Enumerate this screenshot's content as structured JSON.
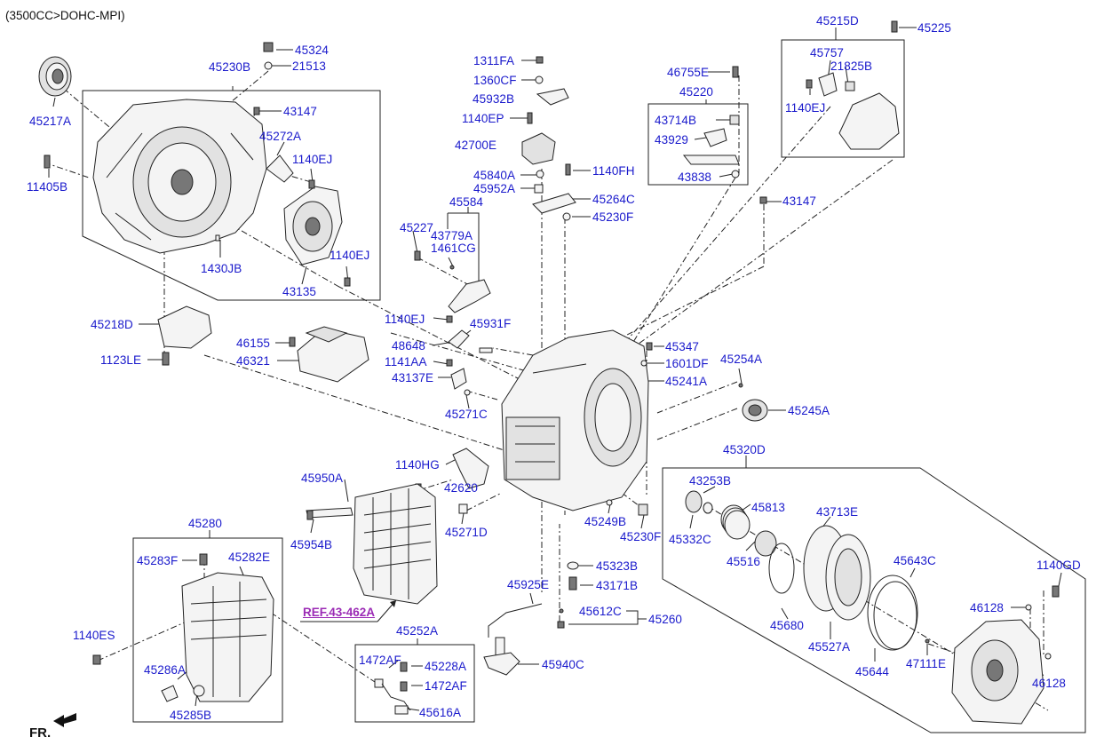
{
  "header": {
    "title": "(3500CC>DOHC-MPI)",
    "direction": "FR.",
    "reference_link": "REF.43-462A"
  },
  "labels": [
    {
      "id": "p45324",
      "text": "45324"
    },
    {
      "id": "p21513",
      "text": "21513"
    },
    {
      "id": "p45230B",
      "text": "45230B"
    },
    {
      "id": "p45217A",
      "text": "45217A"
    },
    {
      "id": "p43147a",
      "text": "43147"
    },
    {
      "id": "p45272A",
      "text": "45272A"
    },
    {
      "id": "p1140EJa",
      "text": "1140EJ"
    },
    {
      "id": "p11405B",
      "text": "11405B"
    },
    {
      "id": "p1430JB",
      "text": "1430JB"
    },
    {
      "id": "p1140EJb",
      "text": "1140EJ"
    },
    {
      "id": "p43135",
      "text": "43135"
    },
    {
      "id": "p45218D",
      "text": "45218D"
    },
    {
      "id": "p1123LE",
      "text": "1123LE"
    },
    {
      "id": "p46155",
      "text": "46155"
    },
    {
      "id": "p46321",
      "text": "46321"
    },
    {
      "id": "p1311FA",
      "text": "1311FA"
    },
    {
      "id": "p1360CF",
      "text": "1360CF"
    },
    {
      "id": "p45932B",
      "text": "45932B"
    },
    {
      "id": "p1140EP",
      "text": "1140EP"
    },
    {
      "id": "p42700E",
      "text": "42700E"
    },
    {
      "id": "p45840A",
      "text": "45840A"
    },
    {
      "id": "p45952A",
      "text": "45952A"
    },
    {
      "id": "p1140FH",
      "text": "1140FH"
    },
    {
      "id": "p45264C",
      "text": "45264C"
    },
    {
      "id": "p45230Fa",
      "text": "45230F"
    },
    {
      "id": "p45584",
      "text": "45584"
    },
    {
      "id": "p45227",
      "text": "45227"
    },
    {
      "id": "p43779A",
      "text": "43779A"
    },
    {
      "id": "p1461CG",
      "text": "1461CG"
    },
    {
      "id": "p1140EJc",
      "text": "1140EJ"
    },
    {
      "id": "p45931F",
      "text": "45931F"
    },
    {
      "id": "p48648",
      "text": "48648"
    },
    {
      "id": "p1141AA",
      "text": "1141AA"
    },
    {
      "id": "p43137E",
      "text": "43137E"
    },
    {
      "id": "p45271C",
      "text": "45271C"
    },
    {
      "id": "p46755E",
      "text": "46755E"
    },
    {
      "id": "p45220",
      "text": "45220"
    },
    {
      "id": "p43714B",
      "text": "43714B"
    },
    {
      "id": "p43929",
      "text": "43929"
    },
    {
      "id": "p43838",
      "text": "43838"
    },
    {
      "id": "p45215D",
      "text": "45215D"
    },
    {
      "id": "p45225",
      "text": "45225"
    },
    {
      "id": "p45757",
      "text": "45757"
    },
    {
      "id": "p21825B",
      "text": "21825B"
    },
    {
      "id": "p1140EJd",
      "text": "1140EJ"
    },
    {
      "id": "p43147b",
      "text": "43147"
    },
    {
      "id": "p45347",
      "text": "45347"
    },
    {
      "id": "p1601DF",
      "text": "1601DF"
    },
    {
      "id": "p45254A",
      "text": "45254A"
    },
    {
      "id": "p45241A",
      "text": "45241A"
    },
    {
      "id": "p45245A",
      "text": "45245A"
    },
    {
      "id": "p45320D",
      "text": "45320D"
    },
    {
      "id": "p1140HG",
      "text": "1140HG"
    },
    {
      "id": "p42620",
      "text": "42620"
    },
    {
      "id": "p45950A",
      "text": "45950A"
    },
    {
      "id": "p45954B",
      "text": "45954B"
    },
    {
      "id": "p45271D",
      "text": "45271D"
    },
    {
      "id": "p45249B",
      "text": "45249B"
    },
    {
      "id": "p45230Fb",
      "text": "45230F"
    },
    {
      "id": "p43253B",
      "text": "43253B"
    },
    {
      "id": "p45813",
      "text": "45813"
    },
    {
      "id": "p43713E",
      "text": "43713E"
    },
    {
      "id": "p45332C",
      "text": "45332C"
    },
    {
      "id": "p45516",
      "text": "45516"
    },
    {
      "id": "p45323B",
      "text": "45323B"
    },
    {
      "id": "p43171B",
      "text": "43171B"
    },
    {
      "id": "p45925E",
      "text": "45925E"
    },
    {
      "id": "p45612C",
      "text": "45612C"
    },
    {
      "id": "p45260",
      "text": "45260"
    },
    {
      "id": "p45940C",
      "text": "45940C"
    },
    {
      "id": "p45643C",
      "text": "45643C"
    },
    {
      "id": "p1140GD",
      "text": "1140GD"
    },
    {
      "id": "p46128a",
      "text": "46128"
    },
    {
      "id": "p45680",
      "text": "45680"
    },
    {
      "id": "p45527A",
      "text": "45527A"
    },
    {
      "id": "p45644",
      "text": "45644"
    },
    {
      "id": "p47111E",
      "text": "47111E"
    },
    {
      "id": "p46128b",
      "text": "46128"
    },
    {
      "id": "p45280",
      "text": "45280"
    },
    {
      "id": "p45283F",
      "text": "45283F"
    },
    {
      "id": "p45282E",
      "text": "45282E"
    },
    {
      "id": "p1140ES",
      "text": "1140ES"
    },
    {
      "id": "p45286A",
      "text": "45286A"
    },
    {
      "id": "p45285B",
      "text": "45285B"
    },
    {
      "id": "p45252A",
      "text": "45252A"
    },
    {
      "id": "p1472AFa",
      "text": "1472AF"
    },
    {
      "id": "p45228A",
      "text": "45228A"
    },
    {
      "id": "p1472AFb",
      "text": "1472AF"
    },
    {
      "id": "p45616A",
      "text": "45616A"
    }
  ]
}
